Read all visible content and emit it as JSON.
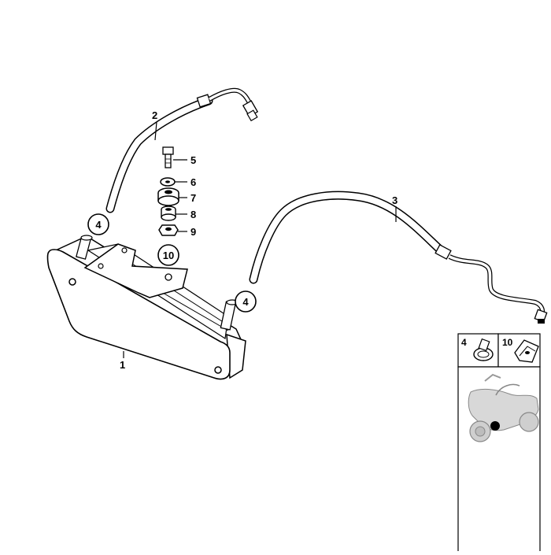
{
  "parts": {
    "p1": "1",
    "p2": "2",
    "p3": "3",
    "p4a": "4",
    "p4b": "4",
    "p5": "5",
    "p6": "6",
    "p7": "7",
    "p8": "8",
    "p9": "9",
    "p10": "10"
  },
  "inset": {
    "cell_left_label": "4",
    "cell_right_label": "10",
    "marker_color": "#000000"
  },
  "diagram_code": "00010951"
}
